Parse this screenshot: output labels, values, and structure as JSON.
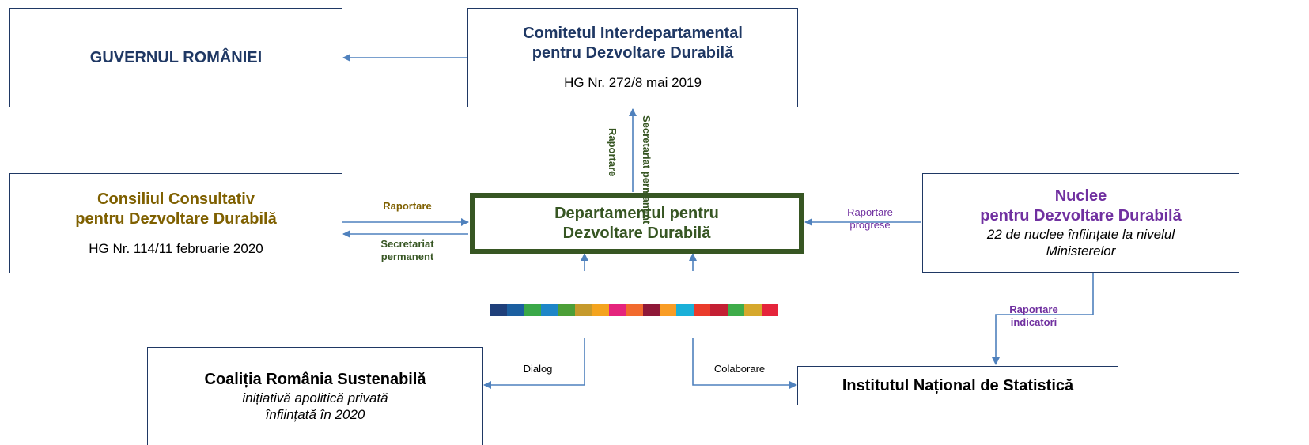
{
  "boxes": {
    "guvern": {
      "title": "GUVERNUL ROMÂNIEI"
    },
    "comitet": {
      "title_line1": "Comitetul Interdepartamental",
      "title_line2": "pentru Dezvoltare Durabilă",
      "subtitle": "HG Nr. 272/8 mai 2019"
    },
    "consiliu": {
      "title_line1": "Consiliul Consultativ",
      "title_line2": "pentru Dezvoltare Durabilă",
      "subtitle": "HG Nr. 114/11 februarie 2020"
    },
    "departament": {
      "title_line1": "Departamentul pentru",
      "title_line2": "Dezvoltare Durabilă"
    },
    "nuclee": {
      "title_line1": "Nuclee",
      "title_line2": "pentru Dezvoltare Durabilă",
      "subtitle_line1": "22 de nuclee înființate la nivelul",
      "subtitle_line2": "Ministerelor"
    },
    "coalitia": {
      "title": "Coaliția România Sustenabilă",
      "subtitle_line1": "inițiativă apolitică privată",
      "subtitle_line2": "înființată în 2020"
    },
    "ins": {
      "title": "Institutul Național de Statistică"
    }
  },
  "labels": {
    "raportare_vertical": "Raportare",
    "secretariat_vertical_line1": "Secretariat",
    "secretariat_vertical_line2": "permanent",
    "raportare_left": "Raportare",
    "secretariat_left_line1": "Secretariat",
    "secretariat_left_line2": "permanent",
    "raportare_progrese_line1": "Raportare",
    "raportare_progrese_line2": "progrese",
    "raportare_indicatori_line1": "Raportare",
    "raportare_indicatori_line2": "indicatori",
    "dialog": "Dialog",
    "colaborare": "Colaborare"
  },
  "colors": {
    "box_border": "#1f3864",
    "arrow": "#4f81bd",
    "departament_border": "#375623",
    "navy_text": "#1f3864",
    "olive_text": "#7f6000",
    "green_text": "#375623",
    "purple_text": "#7030a0"
  },
  "sdg_strip": [
    "#1f3f7a",
    "#1c5fa0",
    "#3aa848",
    "#1e86c8",
    "#4c9f38",
    "#c69a2c",
    "#f4a41e",
    "#e5247d",
    "#f26a2e",
    "#8f1838",
    "#f99d26",
    "#1ab0d8",
    "#ea3b2b",
    "#c31f33",
    "#3eac4a",
    "#d6a82c",
    "#e5243b"
  ]
}
